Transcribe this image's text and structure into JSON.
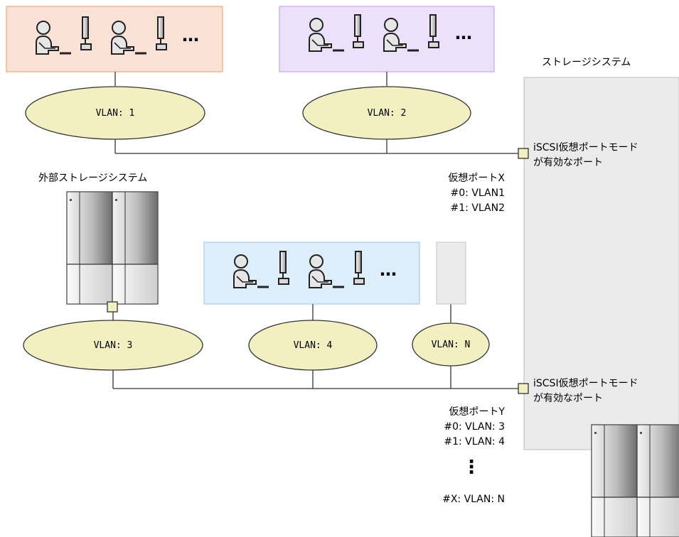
{
  "storage_system": {
    "title": "ストレージシステム"
  },
  "external_storage": {
    "title": "外部ストレージシステム"
  },
  "port_x": {
    "mode_label_line1": "iSCSI仮想ポートモード",
    "mode_label_line2": "が有効なポート",
    "virtual_port_title": "仮想ポートX",
    "entries": [
      "#0: VLAN1",
      "#1: VLAN2"
    ]
  },
  "port_y": {
    "mode_label_line1": "iSCSI仮想ポートモード",
    "mode_label_line2": "が有効なポート",
    "virtual_port_title": "仮想ポートY",
    "entries": [
      "#0: VLAN: 3",
      "#1: VLAN: 4"
    ],
    "vertical_ellipsis": "⋮",
    "last_entry": "#X: VLAN: N"
  },
  "vlans": {
    "vlan1": "VLAN: 1",
    "vlan2": "VLAN: 2",
    "vlan3": "VLAN: 3",
    "vlan4": "VLAN: 4",
    "vlanN": "VLAN: N"
  },
  "host_groups": {
    "group1_more": "…",
    "group2_more": "…",
    "group4_more": "…"
  },
  "colors": {
    "vlan_fill": "#f2f0c0",
    "group1_fill": "#f9e2d5",
    "group1_border": "#e8a87c",
    "group2_fill": "#ece0fb",
    "group2_border": "#c9a8ef",
    "group4_fill": "#ddeefb",
    "group4_border": "#a7ccec",
    "storage_fill": "#ebebeb",
    "port_fill": "#f2f0c0"
  }
}
